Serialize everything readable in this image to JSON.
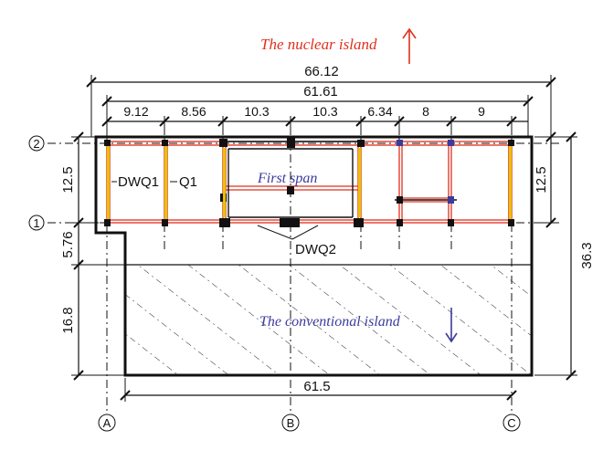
{
  "labels": {
    "nuclear_island": "The nuclear island",
    "conventional_island": "The conventional island",
    "first_span": "First span",
    "dwq1": "DWQ1",
    "q1": "Q1",
    "dwq2": "DWQ2"
  },
  "dimensions": {
    "overall_top": "66.12",
    "top_inner": "61.61",
    "spans": [
      "9.12",
      "8.56",
      "10.3",
      "10.3",
      "6.34",
      "8",
      "9"
    ],
    "left_upper": "12.5",
    "left_middle": "5.76",
    "left_lower": "16.8",
    "right_inner": "12.5",
    "right_overall": "36.3",
    "bottom": "61.5"
  },
  "axes": {
    "grid_2": "2",
    "grid_1": "1",
    "col_a": "A",
    "col_b": "B",
    "col_c": "C"
  },
  "colors": {
    "nuclear_label": "#e0301e",
    "conventional_label": "#3b3b9e",
    "wall_red": "#e0301e",
    "column_yellow": "#e8c200"
  }
}
